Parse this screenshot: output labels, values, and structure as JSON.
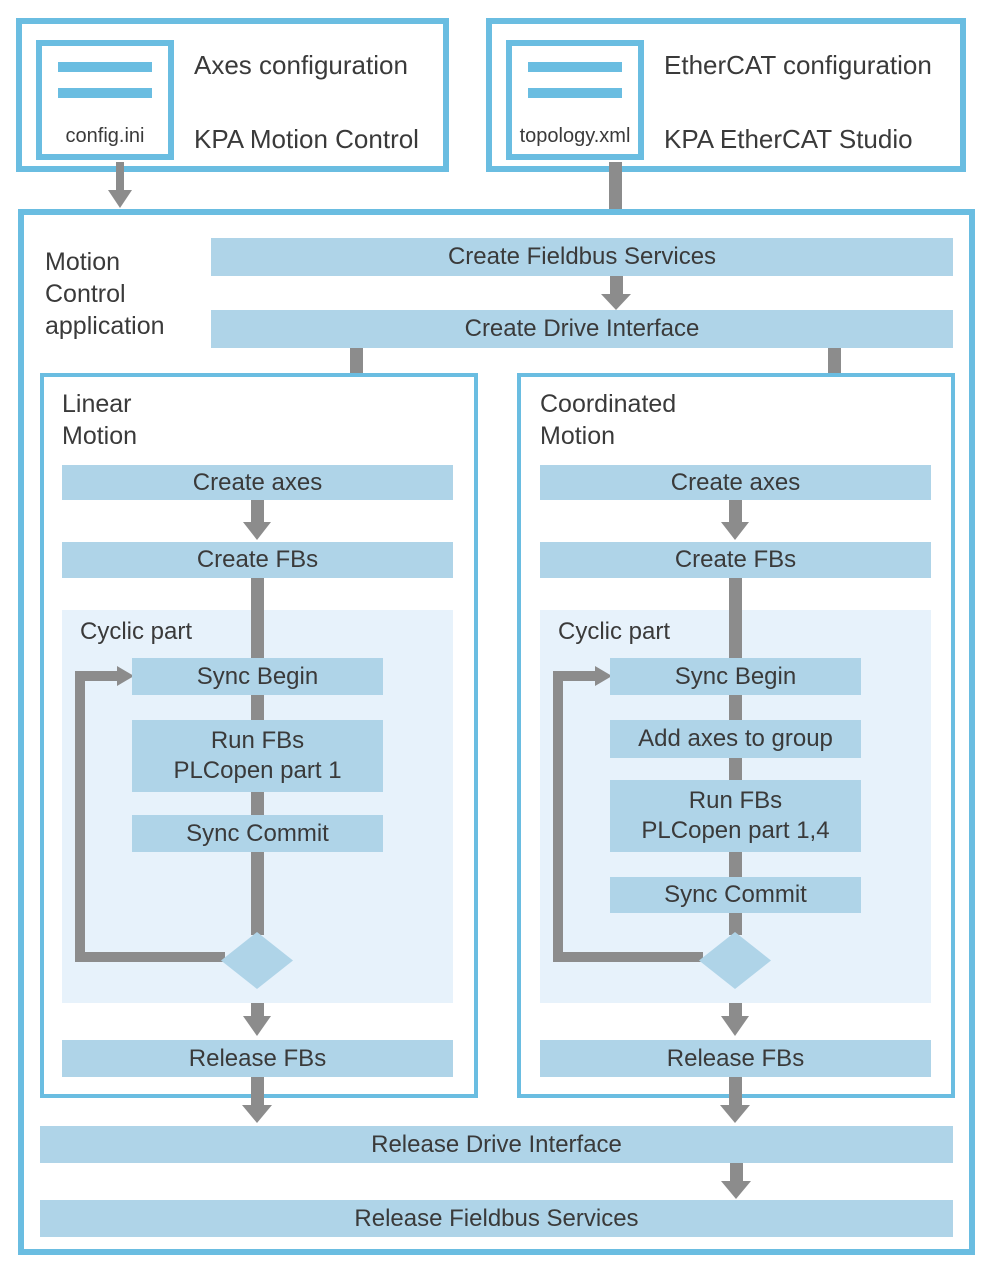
{
  "colors": {
    "accent_border": "#6abde1",
    "bar_fill": "#afd4e8",
    "cyclic_background": "#e7f2fb",
    "arrow_gray": "#8c8c8c",
    "text": "#3a3a3a"
  },
  "sources": {
    "axes": {
      "file": "config.ini",
      "title": "Axes configuration",
      "tool": "KPA Motion Control"
    },
    "ethercat": {
      "file": "topology.xml",
      "title": "EtherCAT configuration",
      "tool": "KPA EtherCAT Studio"
    }
  },
  "application": {
    "label": "Motion\nControl\napplication",
    "create_fieldbus_services": "Create Fieldbus Services",
    "create_drive_interface": "Create Drive Interface",
    "release_drive_interface": "Release Drive Interface",
    "release_fieldbus_services": "Release Fieldbus Services"
  },
  "columns": [
    {
      "title": "Linear\nMotion",
      "create_axes": "Create axes",
      "create_fbs": "Create FBs",
      "cyclic_label": "Cyclic part",
      "sync_begin": "Sync Begin",
      "run_fbs": "Run FBs\nPLCopen part 1",
      "sync_commit": "Sync Commit",
      "release_fbs": "Release FBs"
    },
    {
      "title": "Coordinated\nMotion",
      "create_axes": "Create axes",
      "create_fbs": "Create FBs",
      "cyclic_label": "Cyclic part",
      "sync_begin": "Sync Begin",
      "add_axes_to_group": "Add axes to group",
      "run_fbs": "Run FBs\nPLCopen part 1,4",
      "sync_commit": "Sync Commit",
      "release_fbs": "Release FBs"
    }
  ]
}
